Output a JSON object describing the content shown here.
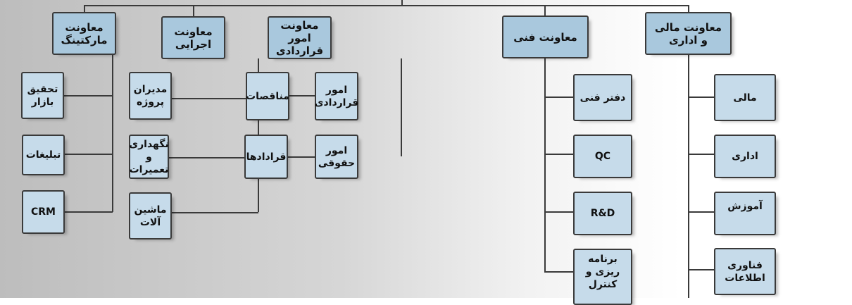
{
  "departments": [
    {
      "title": "معاونت\nمارکتینگ",
      "units": [
        "تحقیق\nبازار",
        "تبلیغات",
        "CRM"
      ]
    },
    {
      "title": "معاونت\nاجرایی",
      "units": [
        "مدیران\nپروژه",
        "نگهداری\nو\nتعمیرات",
        "ماشین\nآلات"
      ]
    },
    {
      "title": "معاونت امور\nقراردادی",
      "units": [
        "مناقصات",
        "امور\nقراردادی",
        "قرادادها",
        "امور\nحقوقی"
      ]
    },
    {
      "title": "معاونت فنی",
      "units": [
        "دفتر فنی",
        "QC",
        "R&D",
        "برنامه\nریزی و\nکنترل"
      ]
    },
    {
      "title": "معاونت مالی\nو اداری",
      "units": [
        "مالی",
        "اداری",
        "آموزش",
        "فناوری\nاطلاعات"
      ]
    }
  ]
}
